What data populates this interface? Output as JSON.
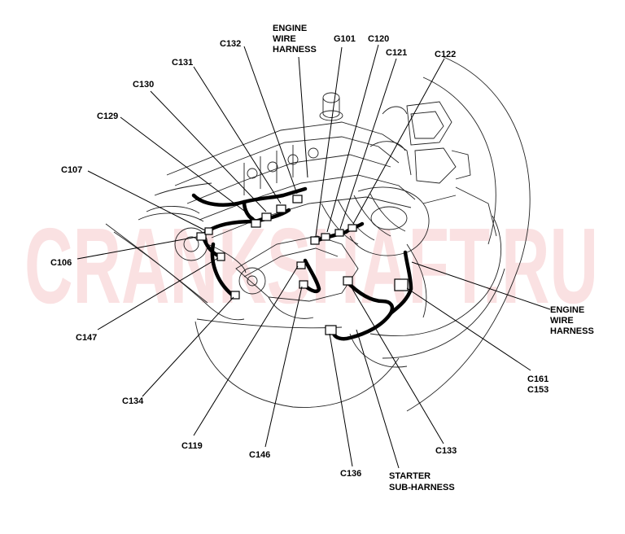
{
  "watermark": "CRANKSHAFT.RU",
  "labels": {
    "c132": "C132",
    "engine_wire_harness_top": [
      "ENGINE",
      "WIRE",
      "HARNESS"
    ],
    "g101": "G101",
    "c120": "C120",
    "c121": "C121",
    "c122": "C122",
    "c131": "C131",
    "c130": "C130",
    "c129": "C129",
    "c107": "C107",
    "c106": "C106",
    "c147": "C147",
    "c134": "C134",
    "c119": "C119",
    "c146": "C146",
    "c136": "C136",
    "starter_sub_harness": [
      "STARTER",
      "SUB-HARNESS"
    ],
    "c133": "C133",
    "c161_c153": [
      "C161",
      "C153"
    ],
    "engine_wire_harness_right": [
      "ENGINE",
      "WIRE",
      "HARNESS"
    ]
  },
  "colors": {
    "ink": "#000000",
    "watermark": "#f6c9cb",
    "background": "#ffffff"
  }
}
